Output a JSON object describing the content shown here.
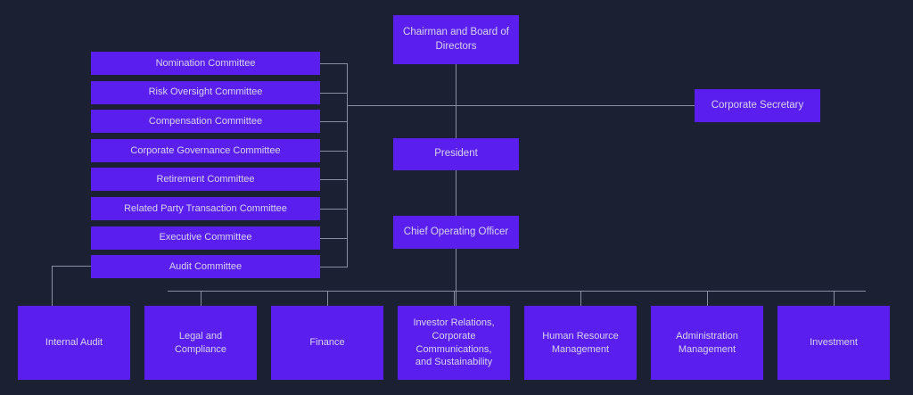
{
  "meta": {
    "title": "Corporate Governance Organizational Chart",
    "background_color": "#1b2033",
    "node_color": "#5a1fee",
    "text_color": "#d7d3ee",
    "connector_color": "#8b8ea3"
  },
  "nodes": {
    "chairman": {
      "label": "Chairman and Board of Directors",
      "font_size": 11.5
    },
    "corporate_secretary": {
      "label": "Corporate Secretary",
      "font_size": 11.5
    },
    "president": {
      "label": "President",
      "font_size": 11.5
    },
    "coo": {
      "label": "Chief Operating Officer",
      "font_size": 11.5
    }
  },
  "committees": [
    {
      "label": "Nomination Committee"
    },
    {
      "label": "Risk Oversight Committee"
    },
    {
      "label": "Compensation Committee"
    },
    {
      "label": "Corporate Governance Committee"
    },
    {
      "label": "Retirement Committee"
    },
    {
      "label": "Related Party Transaction Committee"
    },
    {
      "label": "Executive Committee"
    },
    {
      "label": "Audit Committee"
    }
  ],
  "departments": [
    {
      "label": "Internal Audit"
    },
    {
      "label": "Legal and\nCompliance"
    },
    {
      "label": "Finance"
    },
    {
      "label": "Investor Relations,\nCorporate\nCommunications,\nand Sustainability"
    },
    {
      "label": "Human Resource\nManagement"
    },
    {
      "label": "Administration\nManagement"
    },
    {
      "label": "Investment"
    }
  ]
}
